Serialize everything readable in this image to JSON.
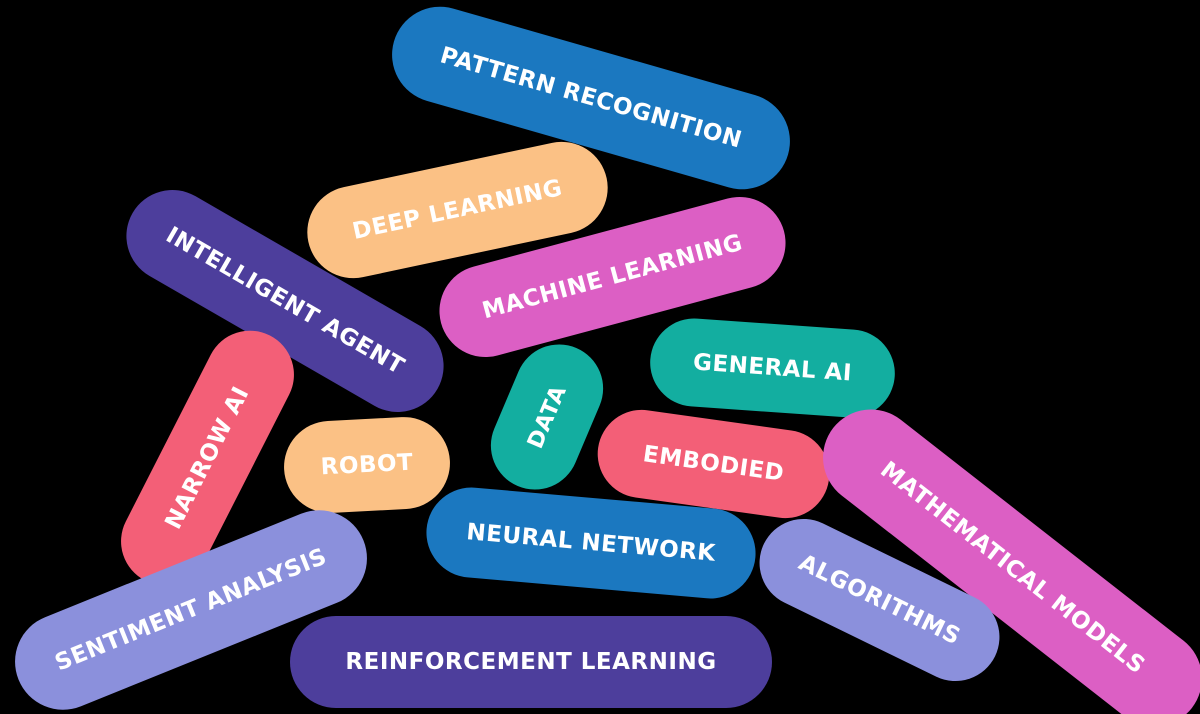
{
  "colors": {
    "background": "#000000",
    "text": "#ffffff"
  },
  "terms": [
    {
      "id": "p-pattern",
      "label": "PATTERN RECOGNITION",
      "color": "#1b78c0"
    },
    {
      "id": "p-deep",
      "label": "DEEP LEARNING",
      "color": "#fbc185"
    },
    {
      "id": "p-intel",
      "label": "INTELLIGENT AGENT",
      "color": "#4d3e9c"
    },
    {
      "id": "p-machine",
      "label": "MACHINE LEARNING",
      "color": "#dc5fc4"
    },
    {
      "id": "p-general",
      "label": "GENERAL AI",
      "color": "#13aea0"
    },
    {
      "id": "p-narrow",
      "label": "NARROW AI",
      "color": "#f35f77"
    },
    {
      "id": "p-data",
      "label": "DATA",
      "color": "#13aea0"
    },
    {
      "id": "p-robot",
      "label": "ROBOT",
      "color": "#fbc185"
    },
    {
      "id": "p-embodied",
      "label": "EMBODIED",
      "color": "#f35f77"
    },
    {
      "id": "p-neural",
      "label": "NEURAL NETWORK",
      "color": "#1b78c0"
    },
    {
      "id": "p-math",
      "label": "MATHEMATICAL MODELS",
      "color": "#dc5fc4"
    },
    {
      "id": "p-algo",
      "label": "ALGORITHMS",
      "color": "#8b90dc"
    },
    {
      "id": "p-sentiment",
      "label": "SENTIMENT ANALYSIS",
      "color": "#8b90dc"
    },
    {
      "id": "p-reinforce",
      "label": "REINFORCEMENT LEARNING",
      "color": "#4d3e9c"
    }
  ]
}
